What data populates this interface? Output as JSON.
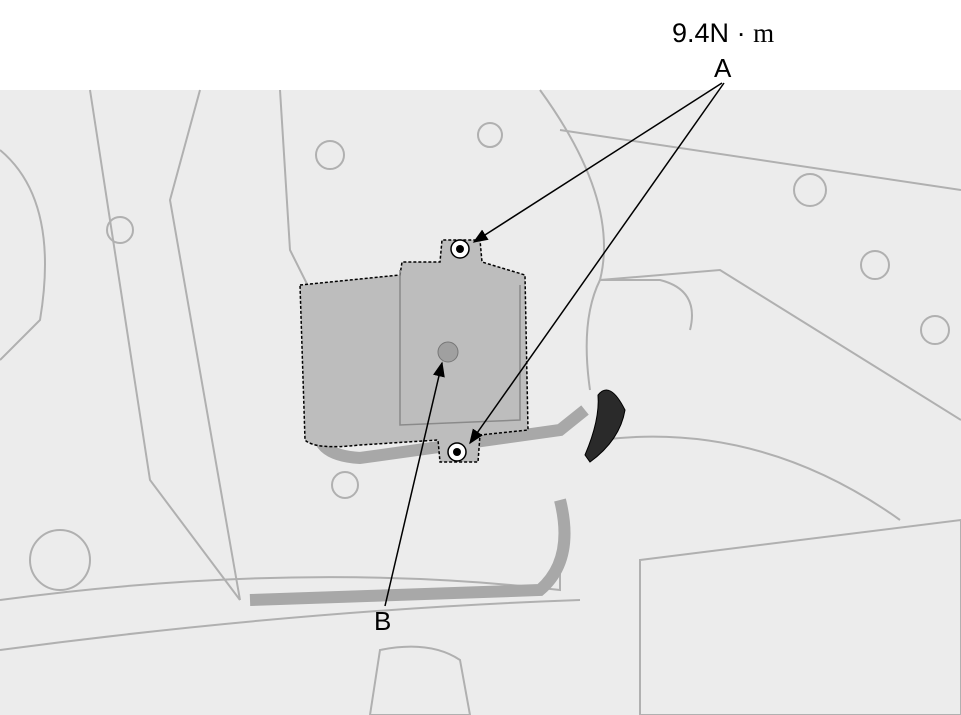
{
  "callouts": {
    "torque_value": "9.4N",
    "torque_sep": "·",
    "torque_unit": "m",
    "label_a": "A",
    "label_b": "B"
  },
  "colors": {
    "background": "#ebebeb",
    "module": "#bdbdbd",
    "hose": "#2a2a2a",
    "lines": "#9a9a9a"
  }
}
